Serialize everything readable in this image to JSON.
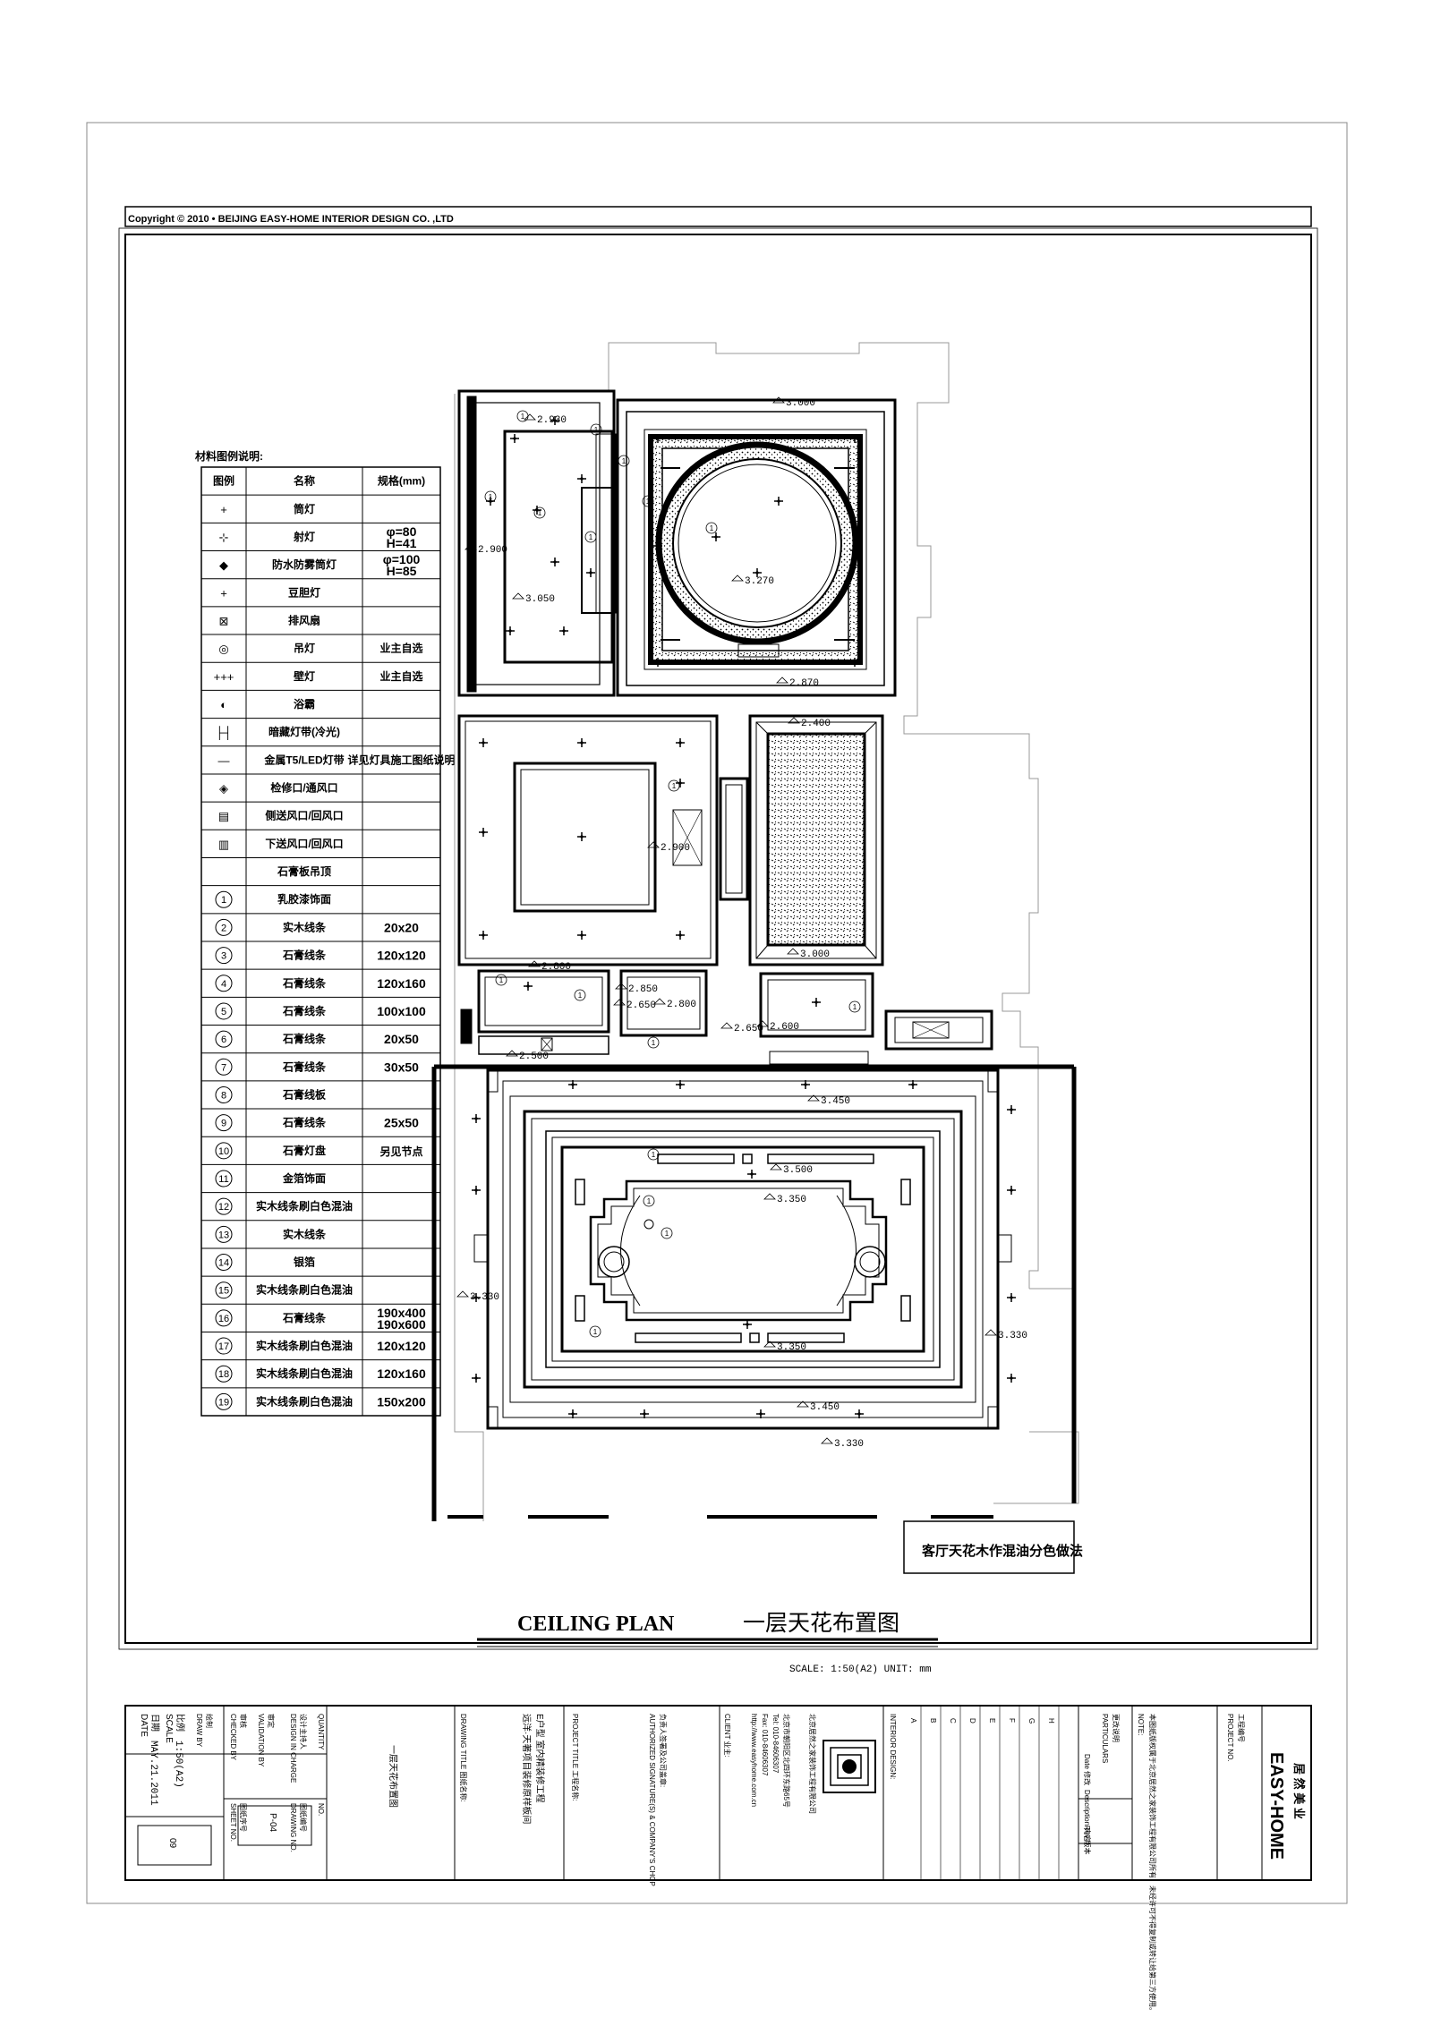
{
  "copyright": "Copyright © 2010 • BEIJING EASY-HOME INTERIOR DESIGN CO. ,LTD",
  "legend": {
    "title": "材料图例说明:",
    "header": [
      "图例",
      "名称",
      "规格(mm)"
    ],
    "symbol_rows": [
      {
        "name": "筒灯",
        "spec": ""
      },
      {
        "name": "射灯",
        "spec": "φ=80 H=41"
      },
      {
        "name": "防水防雾筒灯",
        "spec": "φ=100 H=85"
      },
      {
        "name": "豆胆灯",
        "spec": ""
      },
      {
        "name": "排风扇",
        "spec": ""
      },
      {
        "name": "吊灯",
        "spec": "业主自选"
      },
      {
        "name": "壁灯",
        "spec": "业主自选"
      },
      {
        "name": "浴霸",
        "spec": ""
      },
      {
        "name": "暗藏灯带(冷光)",
        "spec": ""
      },
      {
        "name": "金属T5/LED灯带",
        "spec": "详见灯具施工图纸说明"
      },
      {
        "name": "检修口/通风口",
        "spec": ""
      },
      {
        "name": "侧送风口/回风口",
        "spec": ""
      },
      {
        "name": "下送风口/回风口",
        "spec": ""
      },
      {
        "name": "石膏板吊顶",
        "spec": ""
      }
    ],
    "numbered_rows": [
      {
        "no": "1",
        "name": "乳胶漆饰面",
        "spec": ""
      },
      {
        "no": "2",
        "name": "实木线条",
        "spec": "20x20"
      },
      {
        "no": "3",
        "name": "石膏线条",
        "spec": "120x120"
      },
      {
        "no": "4",
        "name": "石膏线条",
        "spec": "120x160"
      },
      {
        "no": "5",
        "name": "石膏线条",
        "spec": "100x100"
      },
      {
        "no": "6",
        "name": "石膏线条",
        "spec": "20x50"
      },
      {
        "no": "7",
        "name": "石膏线条",
        "spec": "30x50"
      },
      {
        "no": "8",
        "name": "石膏线板",
        "spec": ""
      },
      {
        "no": "9",
        "name": "石膏线条",
        "spec": "25x50"
      },
      {
        "no": "10",
        "name": "石膏灯盘",
        "spec": "另见节点"
      },
      {
        "no": "11",
        "name": "金箔饰面",
        "spec": ""
      },
      {
        "no": "12",
        "name": "实木线条刷白色混油",
        "spec": ""
      },
      {
        "no": "13",
        "name": "实木线条",
        "spec": ""
      },
      {
        "no": "14",
        "name": "银箔",
        "spec": ""
      },
      {
        "no": "15",
        "name": "实木线条刷白色混油",
        "spec": ""
      },
      {
        "no": "16",
        "name": "石膏线条",
        "spec": "190x400 190x600"
      },
      {
        "no": "17",
        "name": "实木线条刷白色混油",
        "spec": "120x120"
      },
      {
        "no": "18",
        "name": "实木线条刷白色混油",
        "spec": "120x160"
      },
      {
        "no": "19",
        "name": "实木线条刷白色混油",
        "spec": "150x200"
      }
    ]
  },
  "plan": {
    "dimensions": [
      "2.930",
      "3.000",
      "2.900",
      "3.050",
      "3.270",
      "2.870",
      "2.400",
      "2.900",
      "3.000",
      "2.800",
      "2.850",
      "2.800",
      "2.650",
      "2.650",
      "2.600",
      "2.500",
      "3.450",
      "3.500",
      "3.350",
      "3.330",
      "3.330",
      "3.350",
      "3.450",
      "3.330"
    ],
    "tag_number": "1",
    "note": "客厅天花木作混油分色做法"
  },
  "title": {
    "en": "CEILING PLAN",
    "cn": "一层天花布置图",
    "scale": "SCALE: 1:50(A2) UNIT: mm"
  },
  "titleblock": {
    "brand": "EASY-HOME",
    "brand_cn": "居 然 美 业",
    "project_no_label": "PROJECT NO.",
    "project_no_cn": "工程编号",
    "note_label": "NOTE:",
    "note_text": "本图纸版权属于北京居然之家装饰工程有限公司所有，未经许可不得复制或转让给第三方使用。",
    "particulars_label": "PARTICULARS",
    "particulars_cn": "更改说明",
    "particulars_cols": [
      "Date 修改",
      "Description 内容",
      "Rev 版本"
    ],
    "revisions": [
      "A",
      "B",
      "C",
      "D",
      "E",
      "F",
      "G",
      "H"
    ],
    "interior_design": "INTERIOR DESIGN:",
    "company_cn": "北京居然之家装饰工程有限公司",
    "company_lines": [
      "北京市朝阳区北四环东路65号",
      "Tel: 010-84606307",
      "Fax: 010-84606307",
      "http://www.easyhome.com.cn"
    ],
    "client_label": "CLIENT 业主:",
    "authorized_label": "AUTHORIZED SIGNATURE(S) & COMPANY'S CHOP",
    "authorized_cn": "负责人签署及公司盖章:",
    "project_title_label": "PROJECT TITLE 工程名称:",
    "project_title": "远洋·天著项目装修原样板间",
    "project_title_2": "E户型 室内精装修工程",
    "drawing_title_label": "DRAWING TITLE 图纸名称:",
    "drawing_title": "一层天花布置图",
    "quantity_label": "QUANTITY",
    "design_in_charge": "DESIGN IN CHARGE",
    "design_in_charge_cn": "设计主持人",
    "no_label": "NO.",
    "drawing_no_label": "DRAWING NO.",
    "drawing_no_cn": "图纸编号",
    "drawing_no": "P-04",
    "validation_label": "VALIDATION BY",
    "validation_cn": "审定",
    "checked_label": "CHECKED BY",
    "checked_cn": "审核",
    "draw_label": "DRAW BY",
    "draw_cn": "绘制",
    "sheet_no_label": "SHEET NO.",
    "sheet_no_cn": "图纸序号",
    "sheet_no": "09",
    "scale_label": "SCALE",
    "scale_cn": "比例",
    "scale_value": "1:50(A2)",
    "date_label": "DATE",
    "date_cn": "日期",
    "date_value": "MAY.21.2011"
  }
}
